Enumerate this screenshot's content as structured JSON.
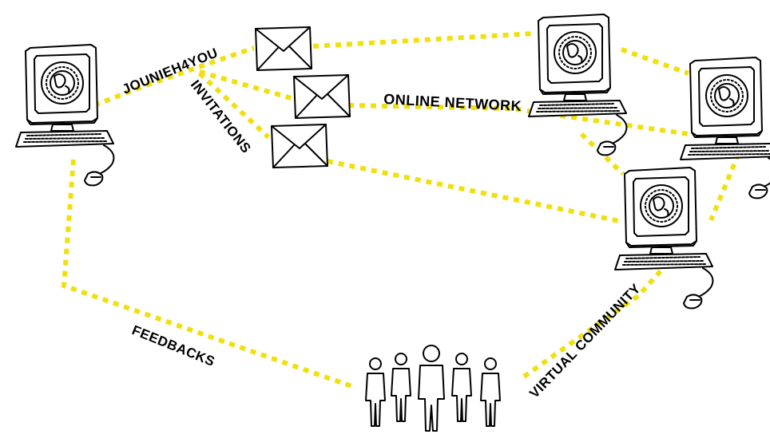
{
  "labels": {
    "jounieh": "JOUNIEH4YOU",
    "invitations": "INVITATIONS",
    "online_network": "ONLINE NETWORK",
    "feedbacks": "FEEDBACKS",
    "virtual_community": "VIRTUAL COMMUNITY"
  },
  "colors": {
    "link": "#f0e010",
    "ink": "#000000",
    "background": "#ffffff"
  },
  "nodes": {
    "computers": [
      "computer-left",
      "computer-top-right",
      "computer-far-right",
      "computer-middle-right"
    ],
    "envelopes": [
      "envelope-top",
      "envelope-middle",
      "envelope-bottom"
    ],
    "people": "people-group-icon"
  }
}
